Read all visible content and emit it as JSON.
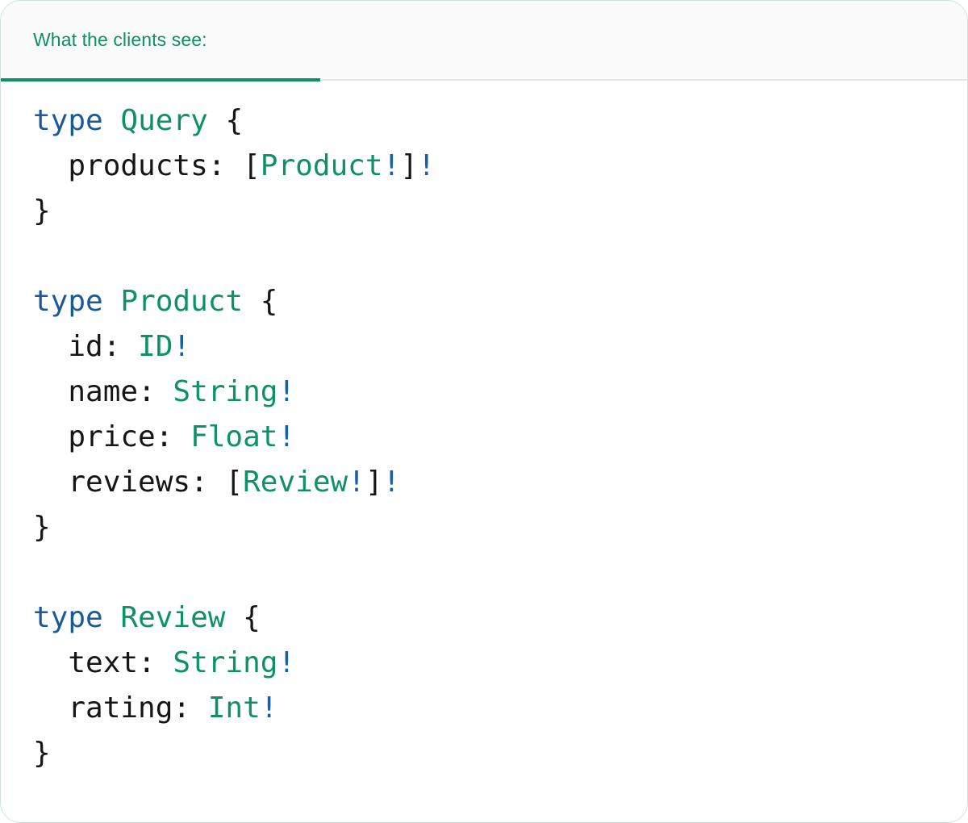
{
  "card": {
    "accent_green": "#0f8f66",
    "keyword_blue": "#1a5a96",
    "type_green": "#0f9168",
    "bang_blue": "#1b5ea8",
    "text_black": "#161616",
    "header_bg": "#fbfbfb",
    "body_bg": "#ffffff"
  },
  "header": {
    "tab_label": "What the clients see:"
  },
  "code": {
    "language": "graphql",
    "lines": [
      {
        "id": "line-1",
        "tokens": [
          {
            "t": "type",
            "k": "kw"
          },
          {
            "t": " ",
            "k": "plain"
          },
          {
            "t": "Query",
            "k": "type"
          },
          {
            "t": " ",
            "k": "plain"
          },
          {
            "t": "{",
            "k": "punct"
          }
        ]
      },
      {
        "id": "line-2",
        "tokens": [
          {
            "t": "  products",
            "k": "field"
          },
          {
            "t": ": ",
            "k": "punct"
          },
          {
            "t": "[",
            "k": "punct"
          },
          {
            "t": "Product",
            "k": "type"
          },
          {
            "t": "!",
            "k": "bang"
          },
          {
            "t": "]",
            "k": "punct"
          },
          {
            "t": "!",
            "k": "bang"
          }
        ]
      },
      {
        "id": "line-3",
        "tokens": [
          {
            "t": "}",
            "k": "punct"
          }
        ]
      },
      {
        "id": "line-4",
        "tokens": []
      },
      {
        "id": "line-5",
        "tokens": [
          {
            "t": "type",
            "k": "kw"
          },
          {
            "t": " ",
            "k": "plain"
          },
          {
            "t": "Product",
            "k": "type"
          },
          {
            "t": " ",
            "k": "plain"
          },
          {
            "t": "{",
            "k": "punct"
          }
        ]
      },
      {
        "id": "line-6",
        "tokens": [
          {
            "t": "  id",
            "k": "field"
          },
          {
            "t": ": ",
            "k": "punct"
          },
          {
            "t": "ID",
            "k": "type"
          },
          {
            "t": "!",
            "k": "bang"
          }
        ]
      },
      {
        "id": "line-7",
        "tokens": [
          {
            "t": "  name",
            "k": "field"
          },
          {
            "t": ": ",
            "k": "punct"
          },
          {
            "t": "String",
            "k": "type"
          },
          {
            "t": "!",
            "k": "bang"
          }
        ]
      },
      {
        "id": "line-8",
        "tokens": [
          {
            "t": "  price",
            "k": "field"
          },
          {
            "t": ": ",
            "k": "punct"
          },
          {
            "t": "Float",
            "k": "type"
          },
          {
            "t": "!",
            "k": "bang"
          }
        ]
      },
      {
        "id": "line-9",
        "tokens": [
          {
            "t": "  reviews",
            "k": "field"
          },
          {
            "t": ": ",
            "k": "punct"
          },
          {
            "t": "[",
            "k": "punct"
          },
          {
            "t": "Review",
            "k": "type"
          },
          {
            "t": "!",
            "k": "bang"
          },
          {
            "t": "]",
            "k": "punct"
          },
          {
            "t": "!",
            "k": "bang"
          }
        ]
      },
      {
        "id": "line-10",
        "tokens": [
          {
            "t": "}",
            "k": "punct"
          }
        ]
      },
      {
        "id": "line-11",
        "tokens": []
      },
      {
        "id": "line-12",
        "tokens": [
          {
            "t": "type",
            "k": "kw"
          },
          {
            "t": " ",
            "k": "plain"
          },
          {
            "t": "Review",
            "k": "type"
          },
          {
            "t": " ",
            "k": "plain"
          },
          {
            "t": "{",
            "k": "punct"
          }
        ]
      },
      {
        "id": "line-13",
        "tokens": [
          {
            "t": "  text",
            "k": "field"
          },
          {
            "t": ": ",
            "k": "punct"
          },
          {
            "t": "String",
            "k": "type"
          },
          {
            "t": "!",
            "k": "bang"
          }
        ]
      },
      {
        "id": "line-14",
        "tokens": [
          {
            "t": "  rating",
            "k": "field"
          },
          {
            "t": ": ",
            "k": "punct"
          },
          {
            "t": "Int",
            "k": "type"
          },
          {
            "t": "!",
            "k": "bang"
          }
        ]
      },
      {
        "id": "line-15",
        "tokens": [
          {
            "t": "}",
            "k": "punct"
          }
        ]
      }
    ]
  }
}
